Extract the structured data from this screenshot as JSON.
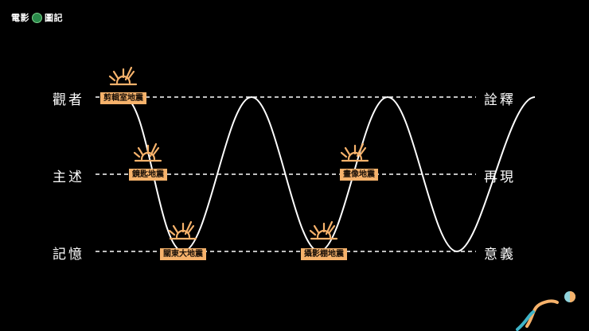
{
  "logo": {
    "left": "電影",
    "right": "圖記",
    "icon": "film-reel-icon"
  },
  "levels": {
    "top": {
      "left": "觀者",
      "right": "詮釋"
    },
    "middle": {
      "left": "主述",
      "right": "再現"
    },
    "bottom": {
      "left": "記憶",
      "right": "意義"
    }
  },
  "quakes": [
    {
      "label": "剪輯室地震",
      "level": "top"
    },
    {
      "label": "鏡匙地震",
      "level": "middle"
    },
    {
      "label": "關東大地震",
      "level": "bottom"
    },
    {
      "label": "攝影棚地震",
      "level": "bottom"
    },
    {
      "label": "畫像地震",
      "level": "middle"
    }
  ],
  "colors": {
    "accent": "#f6b26b",
    "line": "#ffffff",
    "background": "#000000"
  },
  "decor": {
    "corner_icon": "swoosh-icon"
  }
}
